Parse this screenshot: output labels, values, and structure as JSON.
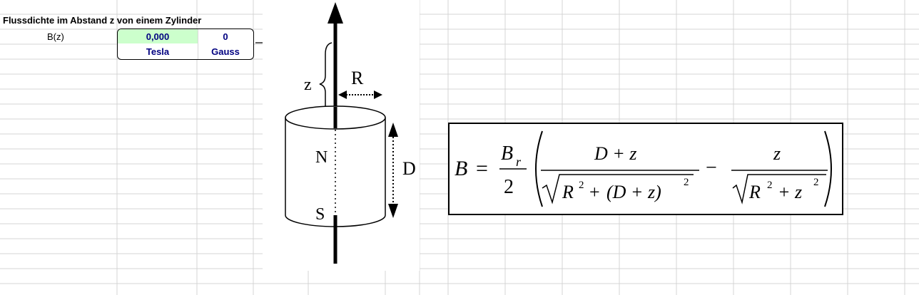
{
  "sheet": {
    "title": "Flussdichte im Abstand z von einem Zylinder",
    "row_label": "B(z)",
    "result": {
      "tesla_value": "0,000",
      "gauss_value": "0",
      "tesla_unit": "Tesla",
      "gauss_unit": "Gauss"
    },
    "colors": {
      "grid": "#d4d4d4",
      "value_fill": "#ccffcc",
      "value_text": "#000080"
    }
  },
  "diagram": {
    "label_z": "z",
    "label_R": "R",
    "label_N": "N",
    "label_S": "S",
    "label_D": "D"
  },
  "formula": {
    "B": "B",
    "equals": "=",
    "Br": "B",
    "r_sub": "r",
    "two": "2",
    "num1": "D + z",
    "R1": "R",
    "sq1": "2",
    "plus": "+",
    "Dz": "(D + z)",
    "sq2": "2",
    "minus": "−",
    "num2": "z",
    "R2": "R",
    "sq3": "2",
    "plus2": "+ z",
    "sq4": "2"
  }
}
